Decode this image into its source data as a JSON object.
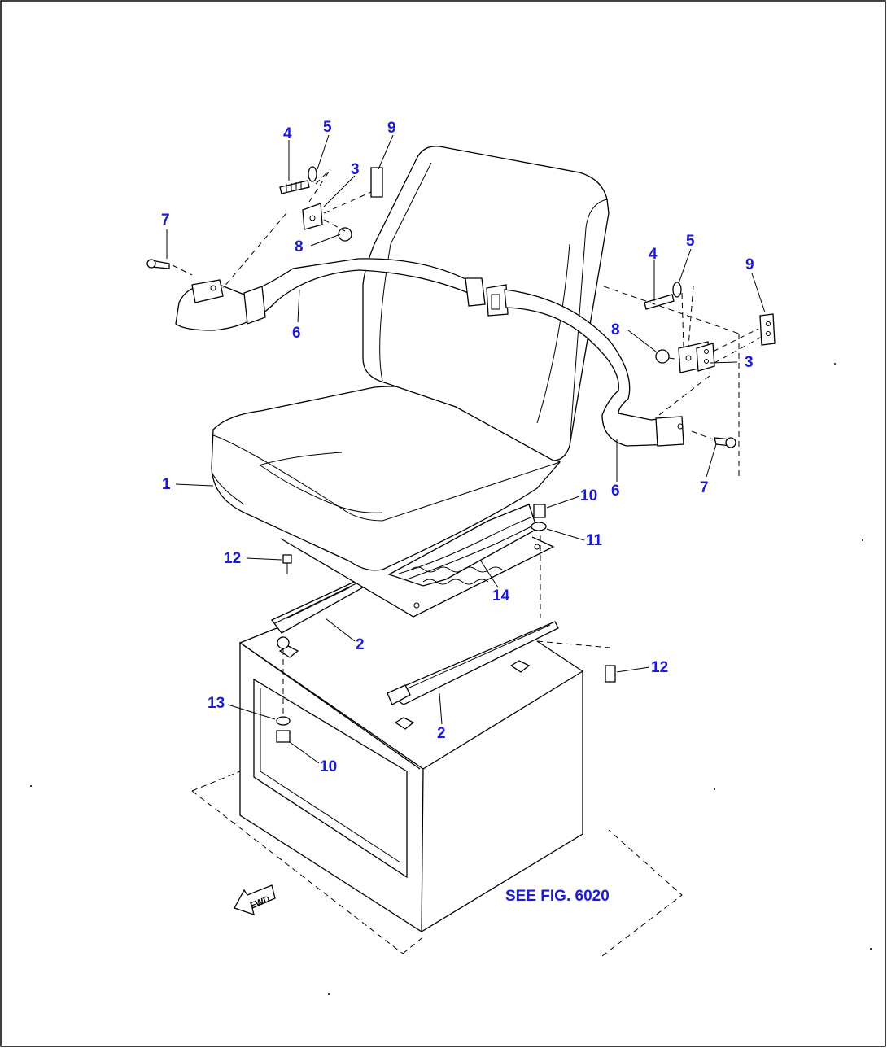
{
  "diagram": {
    "callouts": {
      "c1": "1",
      "c2a": "2",
      "c2b": "2",
      "c3a": "3",
      "c3b": "3",
      "c4a": "4",
      "c4b": "4",
      "c5a": "5",
      "c5b": "5",
      "c6a": "6",
      "c6b": "6",
      "c7a": "7",
      "c7b": "7",
      "c8a": "8",
      "c8b": "8",
      "c9a": "9",
      "c9b": "9",
      "c10a": "10",
      "c10b": "10",
      "c11": "11",
      "c12a": "12",
      "c12b": "12",
      "c13": "13",
      "c14": "14"
    },
    "reference": "SEE FIG. 6020",
    "forward_marker": "FWD",
    "colors": {
      "callout": "#1a1ad8",
      "line": "#000000",
      "background": "#ffffff"
    }
  }
}
